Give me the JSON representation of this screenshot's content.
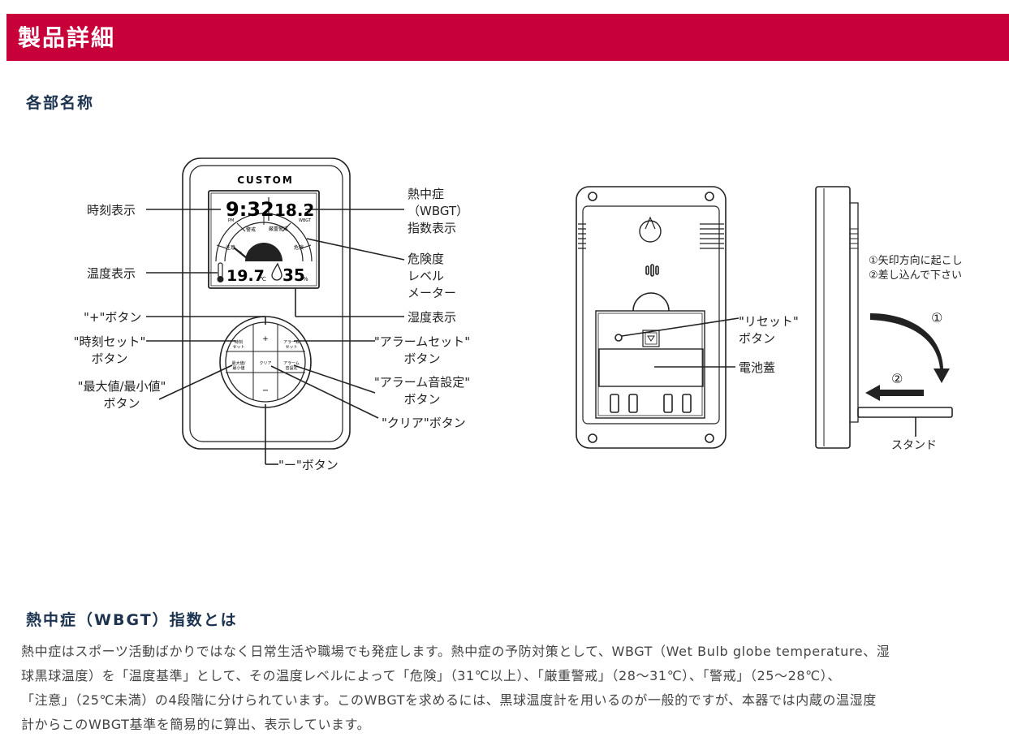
{
  "header": {
    "title": "製品詳細"
  },
  "section_parts": {
    "title": "各部名称"
  },
  "section_wbgt": {
    "title": "熱中症（WBGT）指数とは"
  },
  "device": {
    "brand": "CUSTOM",
    "display": {
      "time": "9:32",
      "time_ampm": "PM",
      "wbgt_value": "18.2",
      "wbgt_unit": "℃",
      "wbgt_label": "WBGT",
      "temp_value": "19.7",
      "temp_unit": "℃",
      "humidity_value": "35",
      "humidity_unit": "%",
      "level_labels": [
        "注意",
        "警戒",
        "厳重警戒",
        "危険"
      ]
    },
    "buttons": {
      "plus": "+",
      "minus": "−",
      "clock_set": "時刻\nセット",
      "alarm_set": "アラーム\nセット",
      "maxmin": "最大値/\n最小値",
      "clear": "クリア",
      "alarm_sound": "アラーム\n音設定"
    }
  },
  "callouts": {
    "time_display": "時刻表示",
    "temp_display": "温度表示",
    "plus_button": "\"+\"ボタン",
    "clock_set_button": [
      "\"時刻セット\"",
      "ボタン"
    ],
    "maxmin_button": [
      "\"最大値/最小値\"",
      "ボタン"
    ],
    "minus_button": "\"ー\"ボタン",
    "wbgt_display": [
      "熱中症",
      "（WBGT）",
      "指数表示"
    ],
    "danger_meter": [
      "危険度",
      "レベル",
      "メーター"
    ],
    "humidity_display": "湿度表示",
    "alarm_set_button": [
      "\"アラームセット\"",
      "ボタン"
    ],
    "alarm_sound_button": [
      "\"アラーム音設定\"",
      "ボタン"
    ],
    "clear_button": "\"クリア\"ボタン",
    "reset_button": [
      "\"リセット\"",
      "ボタン"
    ],
    "battery_cover": "電池蓋",
    "stand_steps": [
      "①矢印方向に起こし",
      "②差し込んで下さい"
    ],
    "step1_mark": "①",
    "step2_mark": "②",
    "stand": "スタンド"
  },
  "description": [
    "熱中症はスポーツ活動ばかりではなく日常生活や職場でも発症します。熱中症の予防対策として、WBGT（Wet Bulb globe temperature、湿",
    "球黒球温度）を「温度基準」として、その温度レベルによって「危険」（31℃以上）、「厳重警戒」（28〜31℃）、「警戒」（25〜28℃）、",
    "「注意」（25℃未満）の4段階に分けられています。このWBGTを求めるには、黒球温度計を用いるのが一般的ですが、本器では内蔵の温湿度",
    "計からこのWBGT基準を簡易的に算出、表示しています。"
  ]
}
